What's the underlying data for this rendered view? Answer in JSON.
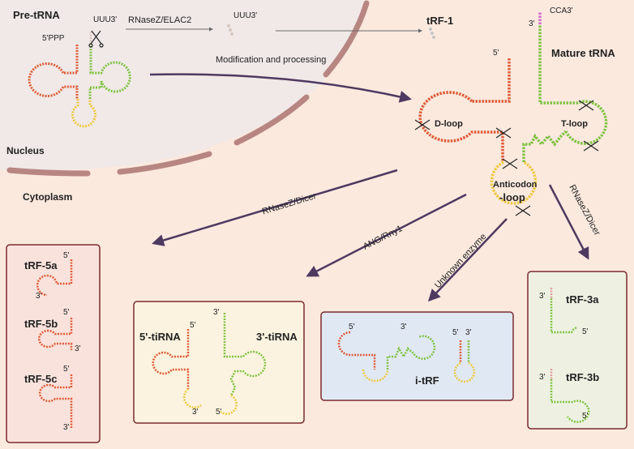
{
  "compartments": {
    "nucleus": "Nucleus",
    "cytoplasm": "Cytoplasm"
  },
  "precursor": {
    "title": "Pre-tRNA",
    "five_prime": "5'PPP",
    "three_prime": "UUU3'"
  },
  "top_process": {
    "enzyme": "RNaseZ/ELAC2",
    "fragment_end": "UUU3'",
    "product": "tRF-1"
  },
  "modification": "Modification and processing",
  "mature": {
    "title": "Mature tRNA",
    "three_prime_tail": "CCA3'",
    "three_prime": "3'",
    "five_prime": "5'",
    "d_loop": "D-loop",
    "t_loop": "T-loop",
    "anticodon_line1": "Anticodon",
    "anticodon_line2": "-loop"
  },
  "enzymes": {
    "left": "RNaseZ/Dicer",
    "mid": "ANG/Rny1",
    "unknown": "Unknown enzyme",
    "right": "RNaseZ/Dicer"
  },
  "box_5": {
    "a": "tRF-5a",
    "b": "tRF-5b",
    "c": "tRF-5c",
    "five": "5'",
    "three": "3'"
  },
  "box_tirna": {
    "left": "5'-tiRNA",
    "right": "3'-tiRNA",
    "five": "5'",
    "three": "3'"
  },
  "box_itrf": {
    "label": "i-tRF",
    "five": "5'",
    "three": "3'"
  },
  "box_3": {
    "a": "tRF-3a",
    "b": "tRF-3b",
    "five": "5'",
    "three": "3'"
  },
  "colors": {
    "background": "#fbe9de",
    "nucleus": "#f0e9e7",
    "membrane": "#b88682",
    "arrow": "#4e3960",
    "red": "#de5a35",
    "green": "#7fc241",
    "yellow": "#eec93e",
    "pink": "#e79a9d",
    "box_border": "#7a2b2d"
  }
}
